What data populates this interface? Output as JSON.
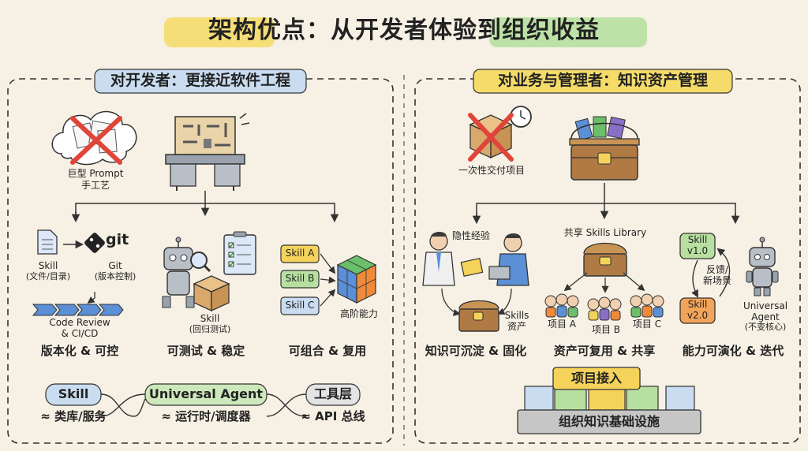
{
  "title": "架构优点：从开发者体验到组织收益",
  "colors": {
    "background": "#f6f1e4",
    "title_highlight": "#f5dc6a",
    "left_banner": "#c9dcf0",
    "right_banner": "#f5dc6a",
    "cross_red": "#e0453a",
    "skill_yellow": "#f5d35a",
    "skill_green": "#b7e0a0",
    "skill_orange": "#f2a45a",
    "cube_blue": "#5b8fd6",
    "cube_green": "#6bbf6a",
    "cube_orange": "#ef8a3a",
    "cube_purple": "#8a6fc9",
    "bottom_blue_chip": "#c9dcf0",
    "bottom_green_chip": "#cde8bb",
    "bottom_gray_chip": "#e3e3e3",
    "infra_gray": "#c6c6c6"
  },
  "left": {
    "heading": "对开发者：更接近软件工程",
    "cloud_label": [
      "巨型 Prompt",
      "手工艺"
    ],
    "git_word": "git",
    "skill_file_label": [
      "Skill",
      "(文件/目录)"
    ],
    "git_label": [
      "Git",
      "(版本控制)"
    ],
    "code_review_label": [
      "Code Review",
      "& CI/CD"
    ],
    "skill_box_label": [
      "Skill",
      "(回归测试)"
    ],
    "skills": [
      "Skill A",
      "Skill B",
      "Skill C"
    ],
    "cube_label": "高阶能力",
    "captions": [
      "版本化 & 可控",
      "可测试 & 稳定",
      "可组合 & 复用"
    ],
    "bottom": [
      {
        "top": "Skill",
        "sub": "≈ 类库/服务"
      },
      {
        "top": "Universal Agent",
        "sub": "≈ 运行时/调度器"
      },
      {
        "top": "工具层",
        "sub": "≈ API 总线"
      }
    ]
  },
  "right": {
    "heading": "对业务与管理者：知识资产管理",
    "one_time_label": "一次性交付项目",
    "implicit_label": "隐性经验",
    "skills_asset_label": [
      "Skills",
      "资产"
    ],
    "library_label": "共享 Skills Library",
    "projects": [
      "项目 A",
      "项目 B",
      "项目 C"
    ],
    "versions": [
      {
        "name": "Skill",
        "version": "v1.0"
      },
      {
        "name": "Skill",
        "version": "v2.0"
      }
    ],
    "feedback_label": [
      "反馈/",
      "新场景"
    ],
    "agent_label": [
      "Universal",
      "Agent",
      "(不变核心)"
    ],
    "captions": [
      "知识可沉淀 & 固化",
      "资产可复用 & 共享",
      "能力可演化 & 迭代"
    ],
    "project_access": "项目接入",
    "infra": "组织知识基础设施"
  }
}
